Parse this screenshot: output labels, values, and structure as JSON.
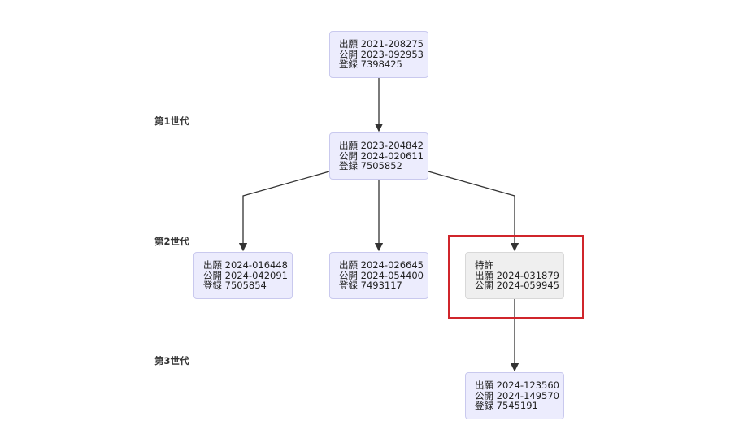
{
  "generations": [
    "第1世代",
    "第2世代",
    "第3世代"
  ],
  "nodes": {
    "root": [
      "出願 2021-208275",
      "公開 2023-092953",
      "登録 7398425"
    ],
    "gen1": [
      "出願 2023-204842",
      "公開 2024-020611",
      "登録 7505852"
    ],
    "gen2_left": [
      "出願 2024-016448",
      "公開 2024-042091",
      "登録 7505854"
    ],
    "gen2_middle": [
      "出願 2024-026645",
      "公開 2024-054400",
      "登録 7493117"
    ],
    "gen2_right": [
      "特許",
      "出願 2024-031879",
      "公開 2024-059945"
    ],
    "gen3": [
      "出願 2024-123560",
      "公開 2024-149570",
      "登録 7545191"
    ]
  },
  "colors": {
    "node_fill": "#ececfd",
    "highlight_node_fill": "#efefef",
    "highlight_border": "#d0252b",
    "edge": "#333333"
  }
}
